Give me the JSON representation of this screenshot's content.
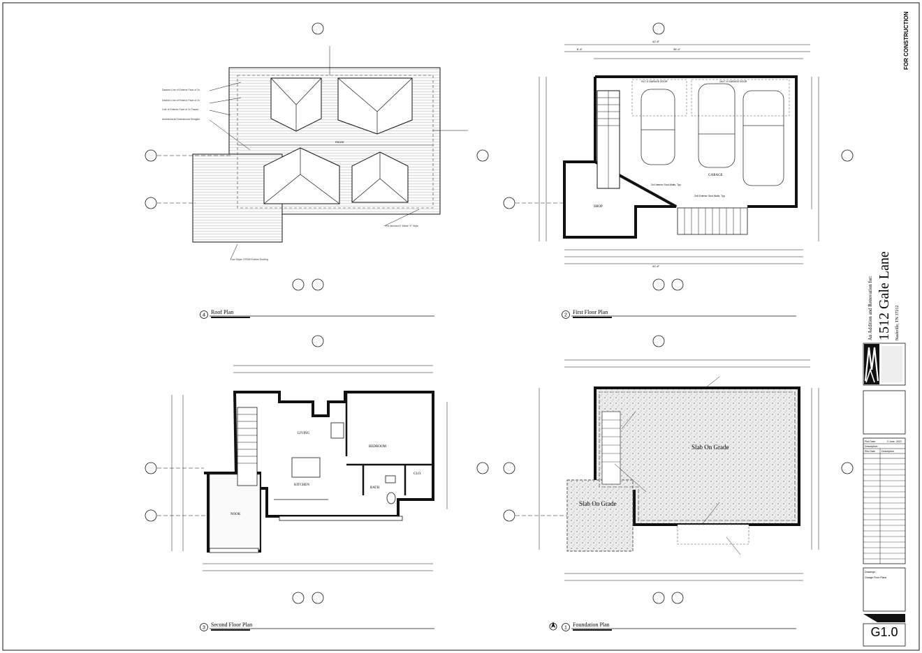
{
  "stamp": "FOR CONSTRUCTION",
  "project": {
    "subtitle": "An Addition and Renovation for:",
    "address": "1512 Gale Lane",
    "city": "Nashville, TN 37212"
  },
  "sheet_number": "G1.0",
  "drawing_title": "Garage Floor Plans",
  "titleblock": {
    "date_label": "Plot Date:",
    "date_value": "2 June, 2022",
    "description_label": "Description:",
    "rev_label": "Rev Date",
    "rev_desc_label": "Description",
    "drawings_label": "Drawings:"
  },
  "views": [
    {
      "number": "4",
      "title": "Roof Plan"
    },
    {
      "number": "2",
      "title": "First Floor Plan"
    },
    {
      "number": "3",
      "title": "Second Floor Plan"
    },
    {
      "number": "1",
      "title": "Foundation Plan"
    }
  ],
  "rooms": {
    "garage": "GARAGE",
    "shop": "SHOP",
    "living": "LIVING",
    "bedroom": "BEDROOM",
    "kitchen": "KITCHEN",
    "bath": "BATH",
    "clo": "CLO.",
    "nook": "NOOK"
  },
  "labels": {
    "slab_main": "Slab On Grade",
    "slab_small": "Slab On Grade",
    "ridge": "RIDGE",
    "garage_door_1": "9'x7'-0 GARAGE DOOR",
    "garage_door_2": "16'x7'-0 GARAGE DOOR",
    "wall_note_1": "2x4 Interior Stud Walls, Typ.",
    "wall_note_2": "2x6 Exterior Stud Walls, Typ."
  },
  "dims": {
    "overall_width": "42'-8\"",
    "dim_36": "36'-4\"",
    "dim_6": "6'-4\""
  },
  "colors": {
    "line": "#111111",
    "wall": "#1a1a1a",
    "hatch": "#b5b5b5",
    "slab_fill": "#e4e4e4"
  }
}
